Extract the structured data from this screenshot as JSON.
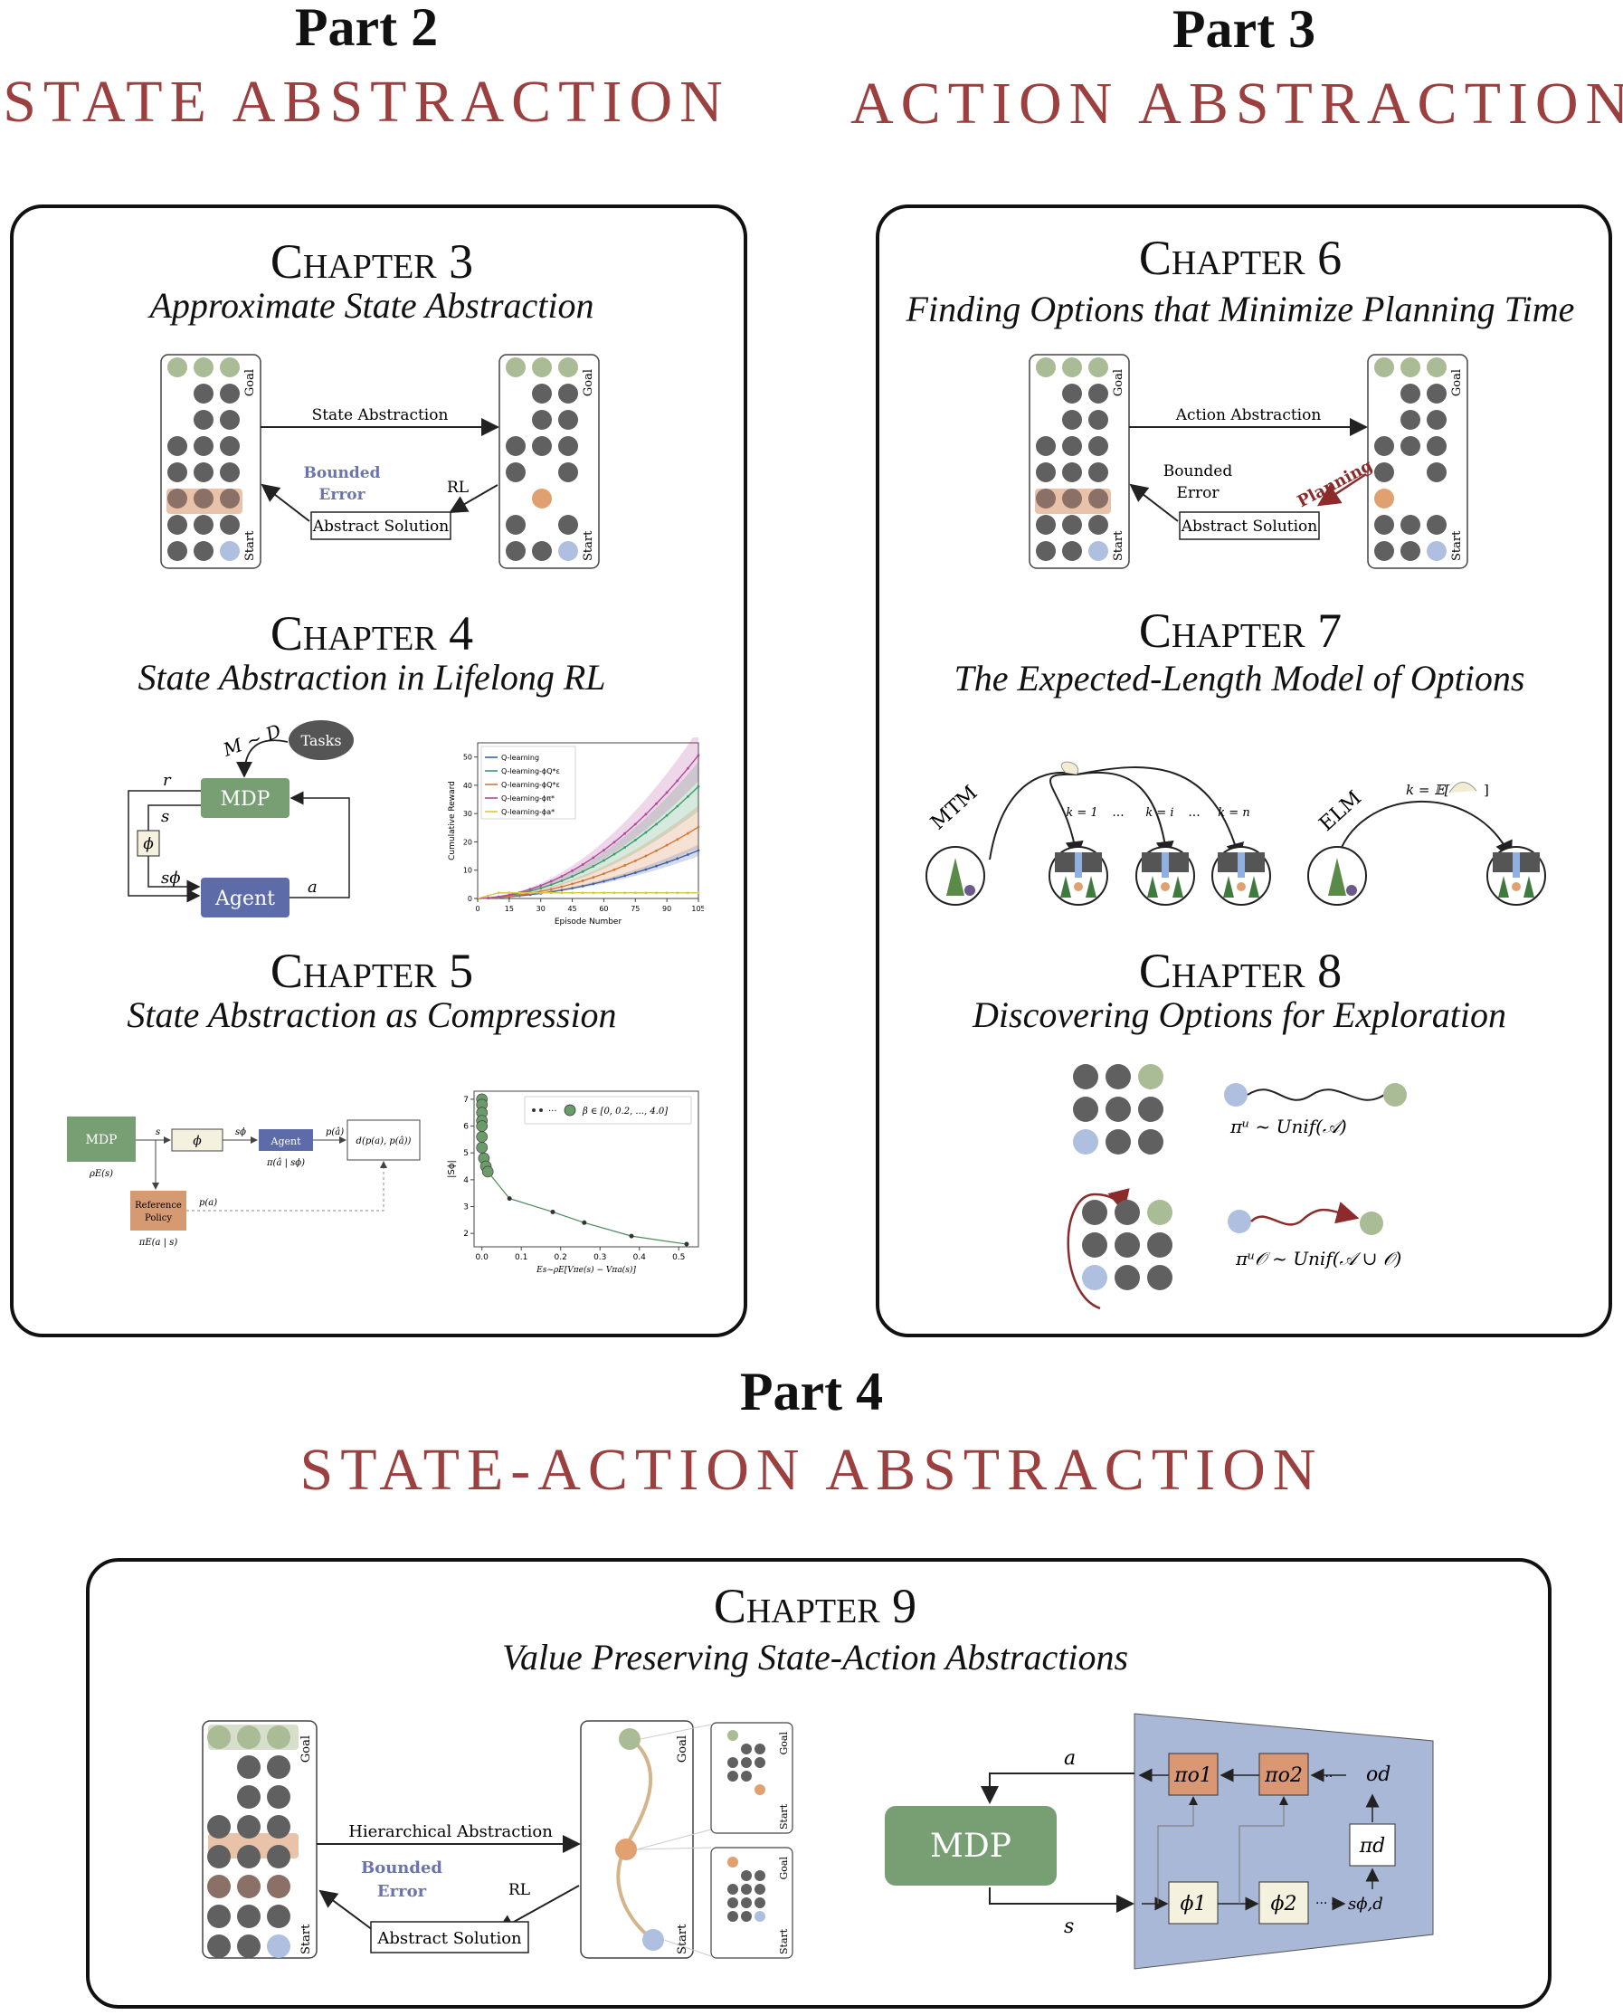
{
  "part2": {
    "title": "Part 2",
    "subtitle": "STATE ABSTRACTION"
  },
  "part3": {
    "title": "Part 3",
    "subtitle": "ACTION ABSTRACTION"
  },
  "part4": {
    "title": "Part 4",
    "subtitle": "STATE-ACTION ABSTRACTION"
  },
  "ch3": {
    "title": "Chapter 3",
    "subtitle": "Approximate State Abstraction",
    "grid_goal": "Goal",
    "grid_start": "Start",
    "edge_top": "State Abstraction",
    "edge_rl": "RL",
    "bounded": "Bounded",
    "error": "Error",
    "box": "Abstract Solution"
  },
  "ch4": {
    "title": "Chapter 4",
    "subtitle": "State Abstraction in Lifelong RL",
    "tasks": "Tasks",
    "mdp": "MDP",
    "agent": "Agent",
    "m_d": "M ~ D",
    "r": "r",
    "s": "s",
    "phi": "ϕ",
    "s_phi": "sϕ",
    "a": "a",
    "ylabel": "Cumulative Reward",
    "xlabel": "Episode Number",
    "legend": [
      "Q-learning",
      "Q-learning-ϕQ*ε",
      "Q-learning-ϕQ*ε",
      "Q-learning-ϕπ*",
      "Q-learning-ϕa*"
    ],
    "xticks": [
      "0",
      "15",
      "30",
      "45",
      "60",
      "75",
      "90",
      "105"
    ],
    "yticks": [
      "0",
      "10",
      "20",
      "30",
      "40",
      "50"
    ]
  },
  "ch5": {
    "title": "Chapter 5",
    "subtitle": "State Abstraction as Compression",
    "mdp": "MDP",
    "phi": "ϕ",
    "agent": "Agent",
    "ref": "Reference",
    "policy": "Policy",
    "rho": "ρE(s)",
    "s": "s",
    "s_phi": "sϕ",
    "pi_hat": "π(â | sϕ)",
    "p_hat": "p(â)",
    "d": "d(p(a), p(â))",
    "p_a": "p(a)",
    "pi_e": "πE(a | s)",
    "legend": "β ∈ [0, 0.2, ..., 4.0]",
    "ylabel": "|Sϕ|",
    "xlabel": "Es~ρE[Vπe(s) − Vπa(s)]",
    "xticks": [
      "0.0",
      "0.1",
      "0.2",
      "0.3",
      "0.4",
      "0.5"
    ],
    "yticks": [
      "2",
      "3",
      "4",
      "5",
      "6",
      "7"
    ]
  },
  "ch6": {
    "title": "Chapter 6",
    "subtitle": "Finding Options that Minimize Planning Time",
    "edge_top": "Action Abstraction",
    "bounded": "Bounded",
    "error": "Error",
    "planning": "Planning",
    "box": "Abstract Solution"
  },
  "ch7": {
    "title": "Chapter 7",
    "subtitle": "The Expected-Length Model of Options",
    "mtm": "MTM",
    "elm": "ELM",
    "k1": "k = 1",
    "ki": "k = i",
    "kn": "k = n",
    "dots": "...",
    "kE": "k = 𝔼[",
    "kE_close": "]"
  },
  "ch8": {
    "title": "Chapter 8",
    "subtitle": "Discovering Options for Exploration",
    "pi_u": "πᵘ ~ Unif(𝒜)",
    "pi_o": "πᵘ𝒪 ~ Unif(𝒜 ∪ 𝒪)"
  },
  "ch9": {
    "title": "Chapter 9",
    "subtitle": "Value Preserving State-Action Abstractions",
    "edge_top": "Hierarchical Abstraction",
    "bounded": "Bounded",
    "error": "Error",
    "rl": "RL",
    "box": "Abstract Solution",
    "mdp": "MDP",
    "a": "a",
    "s": "s",
    "pi_o1": "πo1",
    "pi_o2": "πo2",
    "o_d": "od",
    "pi_d": "πd",
    "phi1": "ϕ1",
    "phi2": "ϕ2",
    "s_phi_d": "sϕ,d",
    "dots": "···"
  },
  "colors": {
    "title_red": "#9b3f3f",
    "node_gray": "#606060",
    "node_green": "#a9bc95",
    "node_blue": "#aebfe0",
    "node_orange": "#e0a070",
    "mdp_green": "#789e74",
    "agent_blue": "#5d6ba8",
    "ref_orange": "#d69a73",
    "phi_cream": "#f4f1df",
    "panel_blue": "#a8b8d6",
    "pi_orange": "#d99773"
  }
}
